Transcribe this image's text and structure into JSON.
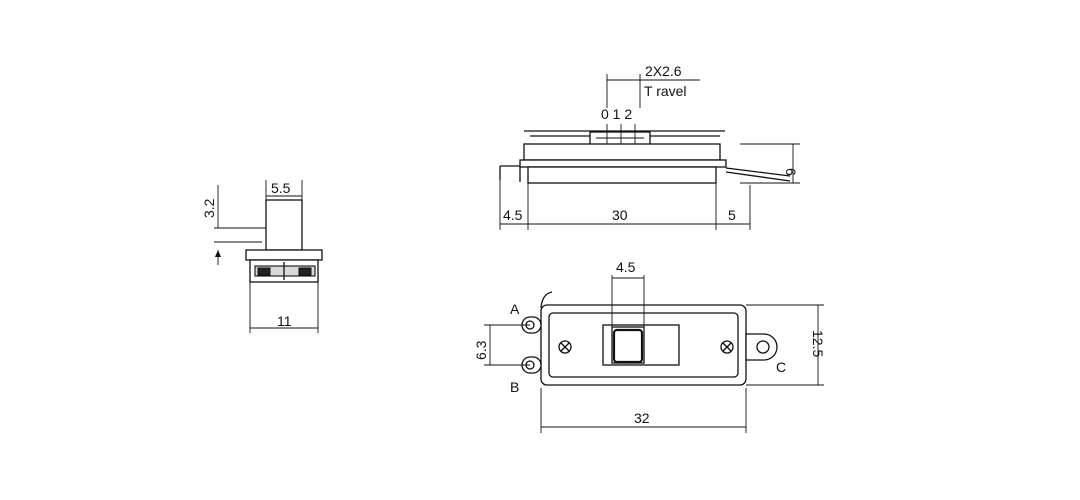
{
  "side_view": {
    "width": "11",
    "actuator_width": "5.5",
    "actuator_height": "3.2"
  },
  "front_view": {
    "travel_dim": "2X2.6",
    "travel_label": "T ravel",
    "positions": "0 1 2",
    "height": "6",
    "left_offset": "4.5",
    "body_length": "30",
    "right_offset": "5"
  },
  "top_view": {
    "slot_width": "4.5",
    "terminal_pitch": "6.3",
    "height": "12.5",
    "length": "32",
    "terminal_a": "A",
    "terminal_b": "B",
    "terminal_c": "C"
  }
}
